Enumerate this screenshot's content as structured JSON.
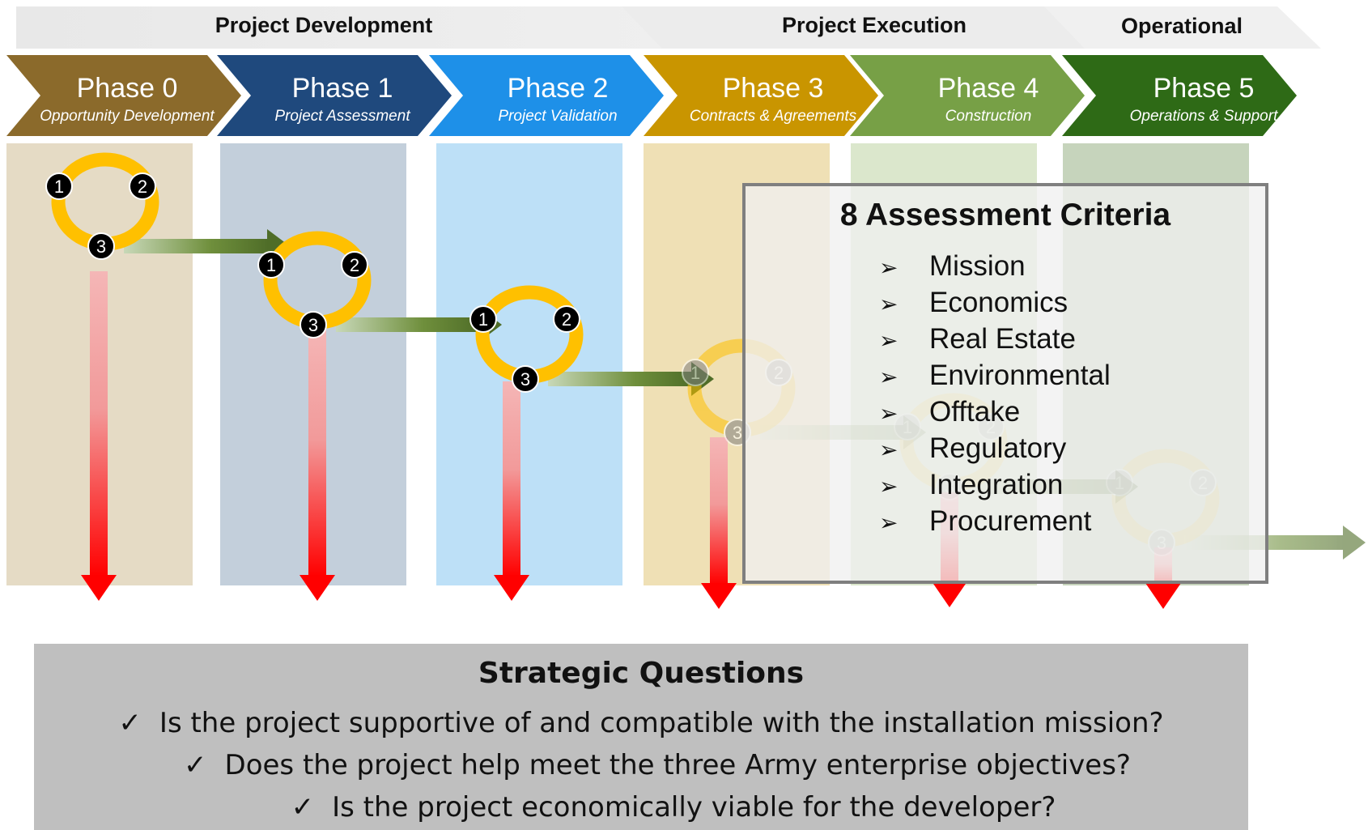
{
  "banner": {
    "sections": [
      {
        "label": "Project Development"
      },
      {
        "label": "Project Execution"
      },
      {
        "label": "Operational"
      }
    ],
    "color": "#ebebeb"
  },
  "phases": [
    {
      "title": "Phase 0",
      "subtitle": "Opportunity Development",
      "color": "#8b6a2b",
      "column_color": "#e5dbc5"
    },
    {
      "title": "Phase 1",
      "subtitle": "Project Assessment",
      "color": "#1f497d",
      "column_color": "#c3cfdb"
    },
    {
      "title": "Phase 2",
      "subtitle": "Project Validation",
      "color": "#1e90e8",
      "column_color": "#bde0f7"
    },
    {
      "title": "Phase 3",
      "subtitle": "Contracts & Agreements",
      "color": "#c99500",
      "column_color": "#efe0b5"
    },
    {
      "title": "Phase 4",
      "subtitle": "Construction",
      "color": "#77a046",
      "column_color": "#dbe7cc"
    },
    {
      "title": "Phase 5",
      "subtitle": "Operations & Support",
      "color": "#2e6a16",
      "column_color": "#c6d4bc"
    }
  ],
  "cycle": {
    "steps": [
      "1",
      "2",
      "3"
    ],
    "ring_color": "#ffc000",
    "arrow_color": "#4f6d28",
    "down_arrow_color": "#ff0000"
  },
  "criteria": {
    "title": "8 Assessment Criteria",
    "bullet": "➢",
    "items": [
      "Mission",
      "Economics",
      "Real Estate",
      "Environmental",
      "Offtake",
      "Regulatory",
      "Integration",
      "Procurement"
    ]
  },
  "questions": {
    "title": "Strategic Questions",
    "check": "✓",
    "items": [
      "Is the project supportive of and compatible with the installation mission?",
      "Does the project help meet the three Army enterprise objectives?",
      "Is the project economically viable for the developer?"
    ]
  }
}
